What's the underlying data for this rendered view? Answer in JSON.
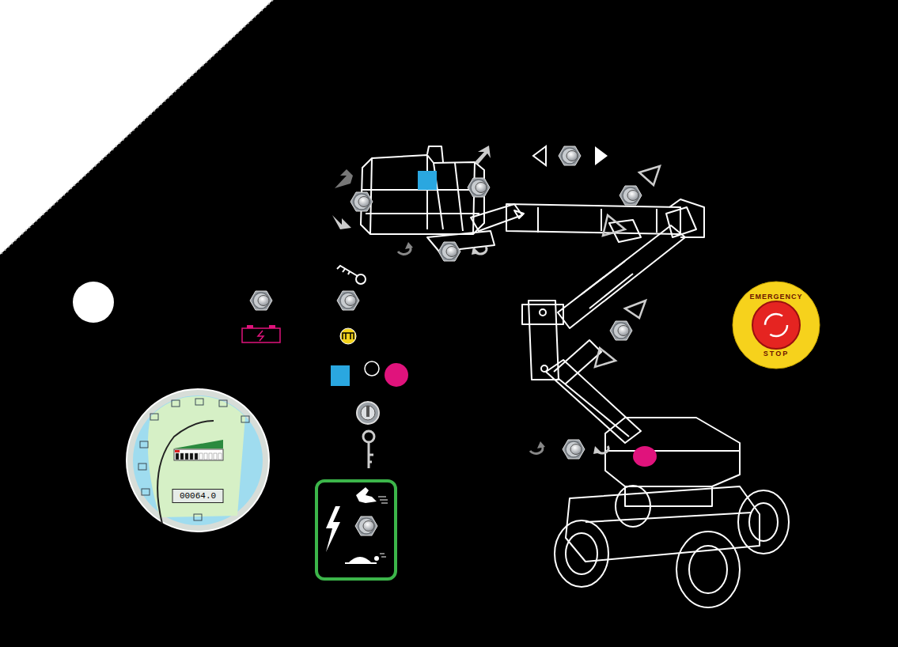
{
  "diagram": {
    "nodes": [
      {
        "text": [
          "EMERGENCY",
          "STOP"
        ]
      },
      {
        "text": [
          "00064.0"
        ]
      }
    ]
  }
}
